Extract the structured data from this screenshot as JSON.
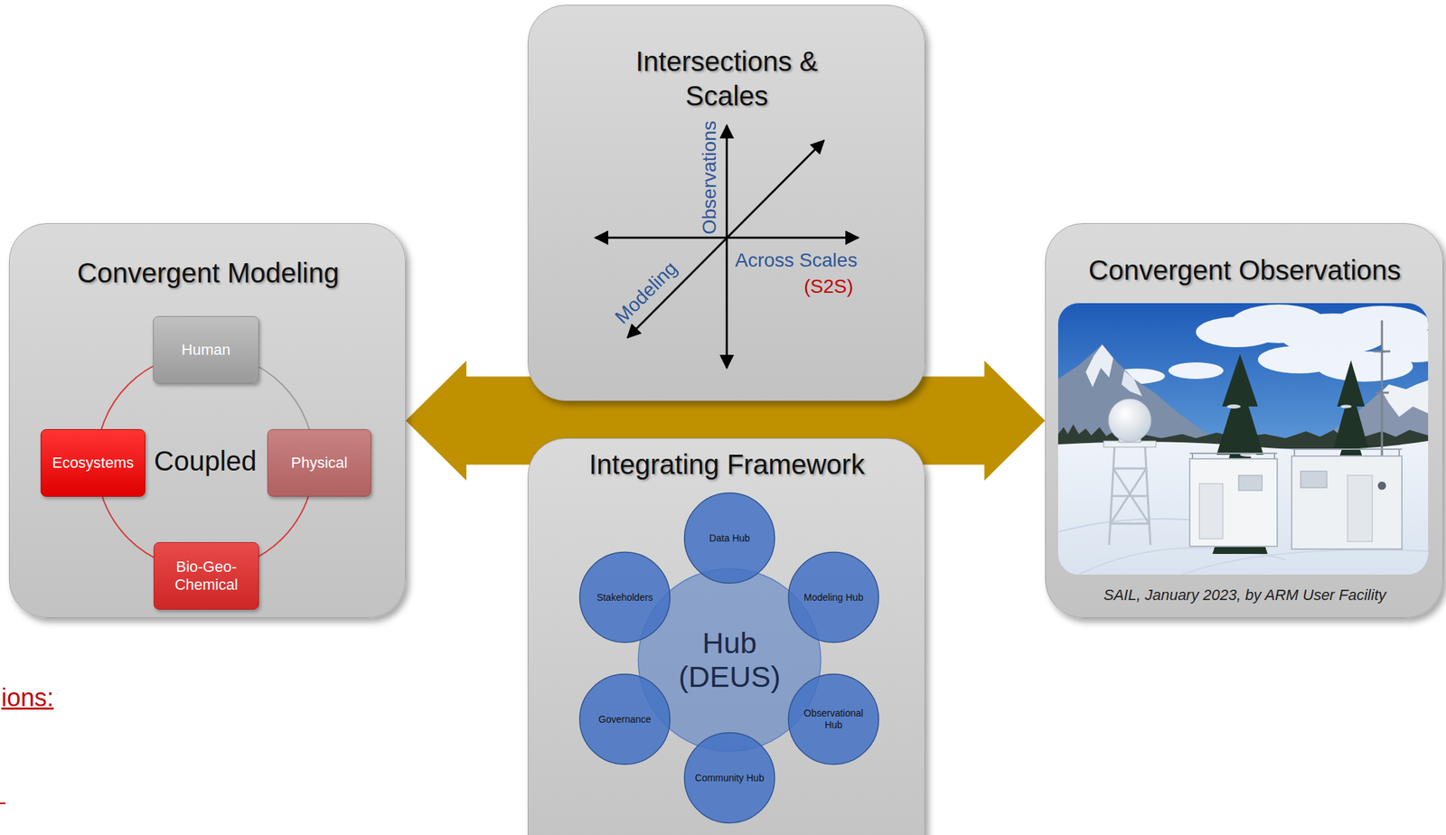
{
  "diagram": {
    "nodes": [
      {
        "text": [
          "Convergent Modeling",
          "Coupled"
        ]
      },
      {
        "text": [
          "Human"
        ],
        "in": 0
      },
      {
        "text": [
          "Ecosystems"
        ],
        "in": 0
      },
      {
        "text": [
          "Physical"
        ],
        "in": 0
      },
      {
        "text": [
          "Bio-Geo-Chemical"
        ],
        "in": 0
      },
      {
        "text": [
          "Intersections & Scales",
          "Observations",
          "Modeling",
          "Across Scales",
          "(S2S)"
        ]
      },
      {
        "text": [
          "Integrating Framework"
        ]
      },
      {
        "text": [
          "Hub (DEUS)"
        ],
        "in": 6
      },
      {
        "text": [
          "Data Hub"
        ],
        "in": 6
      },
      {
        "text": [
          "Stakeholders"
        ],
        "in": 6
      },
      {
        "text": [
          "Modeling Hub"
        ],
        "in": 6
      },
      {
        "text": [
          "Governance"
        ],
        "in": 6
      },
      {
        "text": [
          "Observational Hub"
        ],
        "in": 6
      },
      {
        "text": [
          "Community Hub"
        ],
        "in": 6
      },
      {
        "text": [
          "Convergent Observations",
          "SAIL, January 2023, by ARM User Facility"
        ]
      }
    ],
    "edges": [
      {
        "from": 0,
        "to": 14,
        "arrow": "both"
      }
    ],
    "labels": [
      "ions:"
    ]
  }
}
